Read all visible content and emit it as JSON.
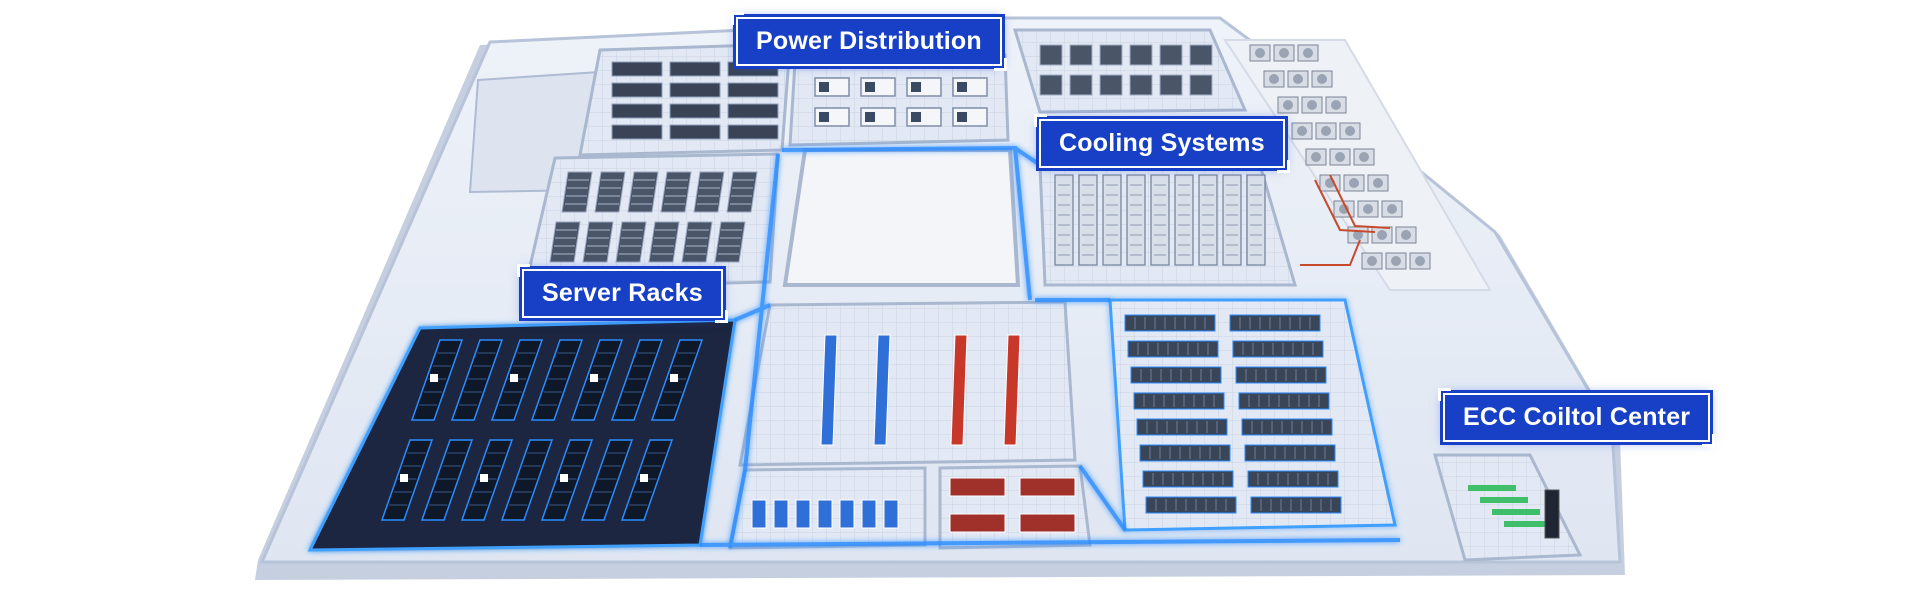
{
  "labels": {
    "power_distribution": "Power Distribution",
    "cooling_systems": "Cooling Systems",
    "server_racks": "Server Racks",
    "control_center": "ECC Coiltol Center"
  },
  "colors": {
    "label_bg": "#1740c6",
    "floor": "#e8eef8",
    "wall": "#c8d3e6",
    "glow": "#2a8cff",
    "rack_dark": "#243042",
    "cold_aisle": "#2f6fd8",
    "hot_aisle": "#c8382a",
    "control_green": "#3fbf6a"
  },
  "icons": [
    "rack-icon",
    "cooling-unit-icon",
    "hvac-unit-icon",
    "monitor-wall-icon"
  ]
}
